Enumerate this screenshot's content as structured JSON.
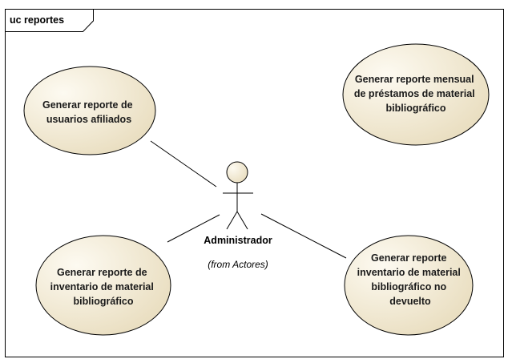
{
  "frame": {
    "title": "uc reportes"
  },
  "actor": {
    "name": "Administrador",
    "from": "(from Actores)"
  },
  "use_cases": [
    {
      "id": "uc1",
      "lines": [
        "Generar reporte de",
        "usuarios afiliados"
      ]
    },
    {
      "id": "uc2",
      "lines": [
        "Generar reporte mensual",
        "de préstamos de material",
        "bibliográfico"
      ]
    },
    {
      "id": "uc3",
      "lines": [
        "Generar reporte de",
        "inventario de material",
        "bibliográfico"
      ]
    },
    {
      "id": "uc4",
      "lines": [
        "Generar reporte",
        "inventario de material",
        "bibliográfico no",
        "devuelto"
      ]
    }
  ],
  "colors": {
    "usecase_fill_light": "#fdfaf1",
    "usecase_fill_dark": "#eadfc2",
    "stroke": "#000000",
    "background": "#ffffff"
  }
}
